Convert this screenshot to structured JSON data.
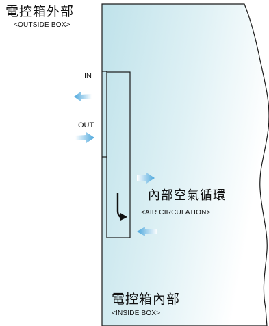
{
  "outside": {
    "title": "電控箱外部",
    "subtitle": "<OUTSIDE BOX>"
  },
  "labels": {
    "in": "IN",
    "out": "OUT"
  },
  "air": {
    "title": "內部空氣循環",
    "subtitle": "<AIR CIRCULATION>"
  },
  "inside": {
    "title": "電控箱內部",
    "subtitle": "<INSIDE BOX>"
  },
  "colors": {
    "box_fill_dark": "#bfe2ea",
    "box_fill_light": "#f4fbfd",
    "arrow_blue": "#5aaede",
    "outline": "#1a1a1a"
  }
}
